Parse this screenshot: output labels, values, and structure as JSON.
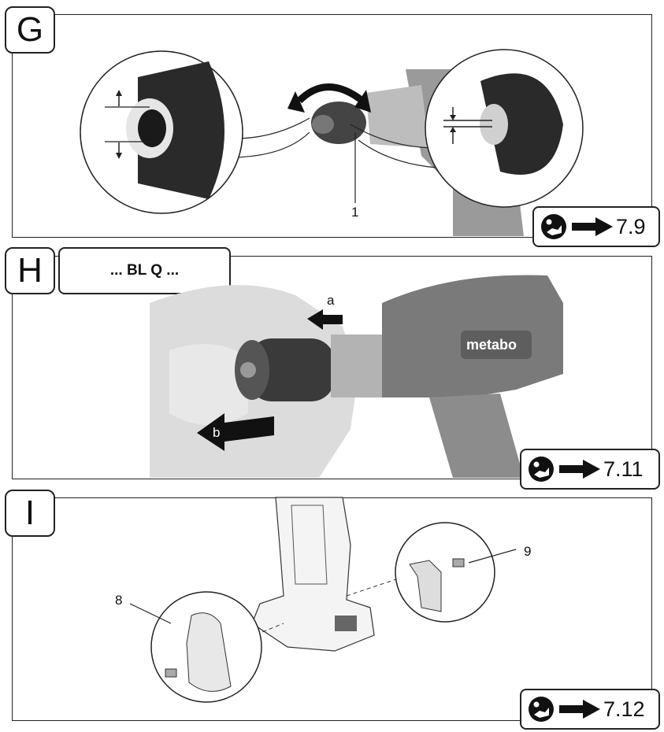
{
  "panels": [
    {
      "letter": "G",
      "reference": "7.9",
      "callouts": [
        "1"
      ]
    },
    {
      "letter": "H",
      "label": "... BL Q ...",
      "reference": "7.11",
      "callouts": [
        "a",
        "b"
      ],
      "brand": "metabo"
    },
    {
      "letter": "I",
      "reference": "7.12",
      "callouts": [
        "8",
        "9"
      ]
    }
  ],
  "icons": {
    "manual": "read-manual-icon",
    "arrow": "arrow-right-icon"
  },
  "colors": {
    "line": "#222222",
    "drill_dark": "#333333",
    "drill_grey": "#8a8a8a",
    "skin": "#d8d8d8"
  }
}
